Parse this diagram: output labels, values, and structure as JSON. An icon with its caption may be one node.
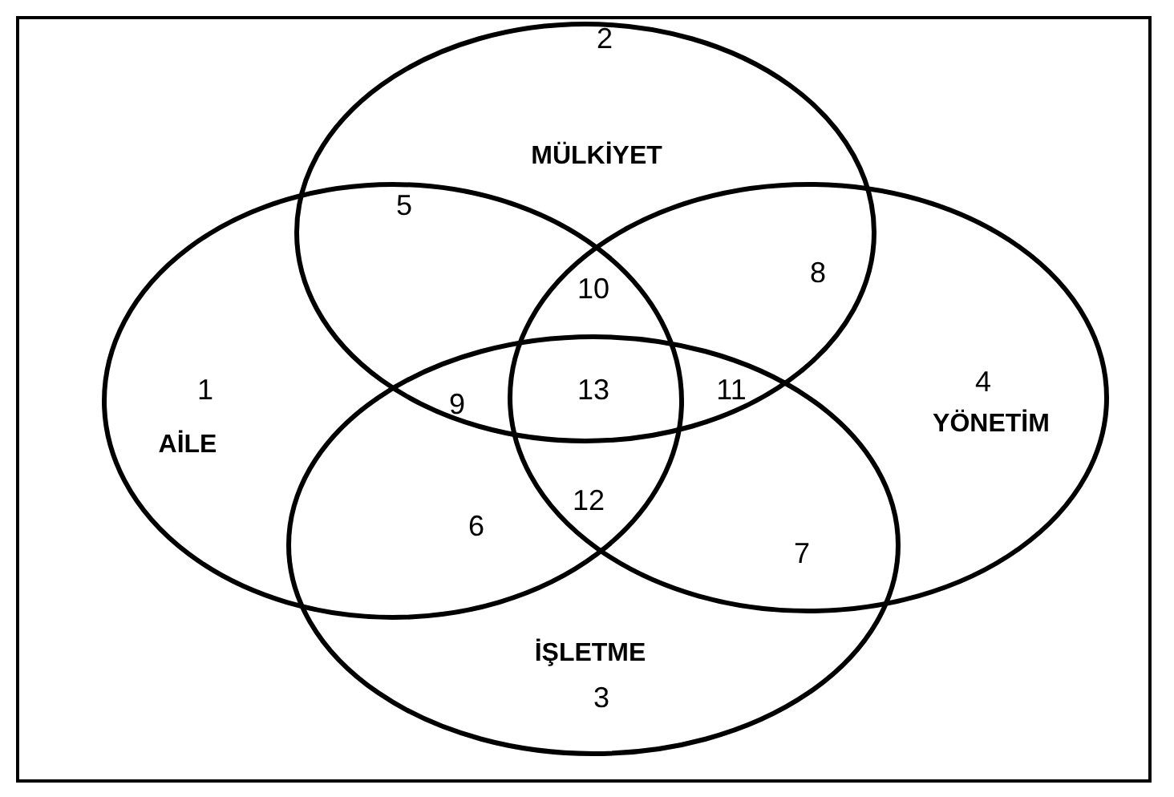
{
  "diagram": {
    "nodes": [
      {
        "text": [
          "2",
          "MÜLKİYET"
        ]
      },
      {
        "text": [
          "1",
          "AİLE"
        ]
      },
      {
        "text": [
          "4",
          "YÖNETİM"
        ]
      },
      {
        "text": [
          "İŞLETME",
          "3"
        ]
      }
    ],
    "labels": [
      "5",
      "10",
      "8",
      "9",
      "13",
      "11",
      "6",
      "12",
      "7"
    ]
  }
}
